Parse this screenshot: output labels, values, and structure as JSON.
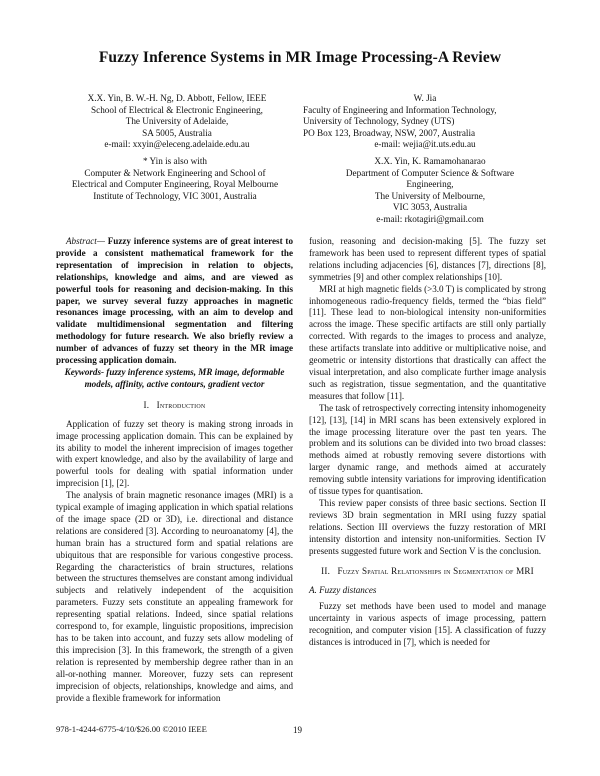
{
  "title": "Fuzzy Inference Systems in MR Image Processing-A Review",
  "affiliations": {
    "left_top": [
      "X.X. Yin, B. W.-H. Ng, D. Abbott, Fellow, IEEE",
      "School of Electrical & Electronic Engineering,",
      "The University of Adelaide,",
      "SA 5005, Australia",
      "e-mail: xxyin@eleceng.adelaide.edu.au"
    ],
    "right_top": [
      "W. Jia",
      "Faculty of Engineering and Information Technology,",
      "University of  Technology, Sydney (UTS)",
      "PO Box 123, Broadway, NSW, 2007, Australia",
      "e-mail: wejia@it.uts.edu.au"
    ],
    "left_bottom": [
      "* Yin is also with",
      "Computer & Network Engineering and School of",
      "Electrical and Computer Engineering, Royal Melbourne",
      "Institute of Technology, VIC 3001, Australia"
    ],
    "right_bottom": [
      "X.X. Yin, K. Ramamohanarao",
      "Department of Computer Science & Software",
      "Engineering,",
      "The University of Melbourne,",
      "VIC 3053, Australia",
      "e-mail: rkotagiri@gmail.com"
    ]
  },
  "abstract": {
    "lead": "Abstract—",
    "body": " Fuzzy inference systems are of great interest to provide a consistent mathematical framework for the representation of imprecision in relation to objects, relationships, knowledge and aims, and are viewed as powerful tools for reasoning and decision-making. In this paper, we survey several fuzzy approaches in magnetic resonances image processing, with an aim to develop and validate multidimensional segmentation and filtering methodology for future research. We also briefly review a number of advances of fuzzy set theory in the MR image processing application domain."
  },
  "keywords": "Keywords- fuzzy inference systems, MR image, deformable models, affinity, active contours, gradient vector",
  "section1": {
    "num": "I.",
    "title": "Introduction"
  },
  "left_paragraphs": [
    "Application of fuzzy set theory is making strong inroads in image processing application domain. This can be explained by its ability to model the inherent imprecision of images together with expert knowledge, and also by the availability of large and powerful tools for dealing with spatial information under imprecision [1], [2].",
    "The analysis of brain magnetic resonance images (MRI) is a typical example of imaging application in which spatial relations of the image space (2D or 3D), i.e. directional and distance relations are considered [3]. According to neuroanatomy [4], the human brain has a structured form and spatial relations are ubiquitous that are responsible for various congestive process. Regarding the characteristics of brain structures, relations between the structures themselves are constant among individual subjects and relatively independent of the acquisition parameters. Fuzzy sets constitute an appealing framework for representing spatial relations. Indeed, since spatial relations correspond to, for example, linguistic propositions, imprecision has to be taken into account, and fuzzy sets allow modeling of this imprecision [3]. In this framework, the strength of a given relation is represented by membership degree rather than in an all-or-nothing manner. Moreover, fuzzy sets can represent imprecision of objects, relationships, knowledge and aims, and provide a flexible framework for information"
  ],
  "right_paragraphs": [
    "fusion, reasoning and decision-making [5]. The fuzzy set framework has been used to represent different types of spatial relations including adjacencies [6], distances [7], directions [8], symmetries [9] and other complex relationships [10].",
    "MRI at high magnetic fields (>3.0 T) is complicated by strong inhomogeneous radio-frequency fields, termed the “bias field” [11]. These lead to non-biological intensity non-uniformities across the image. These specific artifacts are still only partially corrected. With regards to the images to process and analyze, these artifacts translate into additive or multiplicative noise, and geometric or intensity distortions that drastically can affect the visual interpretation, and also complicate further image analysis such as registration, tissue segmentation, and the quantitative measures that follow [11].",
    "The task of retrospectively correcting intensity inhomogeneity [12], [13], [14] in MRI scans has been extensively explored in the image processing literature over the past ten years. The problem and its solutions can be divided into two broad classes: methods aimed at robustly removing severe distortions with larger dynamic range, and methods aimed at accurately removing subtle intensity variations for improving identification of tissue types for quantisation.",
    "This review paper consists of three basic sections. Section II reviews 3D brain segmentation in MRI using fuzzy spatial relations. Section III overviews the fuzzy restoration of MRI intensity distortion and intensity non-uniformities. Section IV presents suggested future work and Section V is the conclusion."
  ],
  "section2": {
    "num": "II.",
    "title": "Fuzzy Spatial Relationships in Segmentation of MRI"
  },
  "subsection_a": "A.   Fuzzy distances",
  "right_final": "Fuzzy set methods have been used to model and manage uncertainty in various aspects of image processing, pattern recognition, and computer vision [15]. A classification of fuzzy distances is introduced in [7], which is needed for",
  "footer": {
    "isbn": "978-1-4244-6775-4/10/$26.00 ©2010 IEEE",
    "page": "19"
  }
}
